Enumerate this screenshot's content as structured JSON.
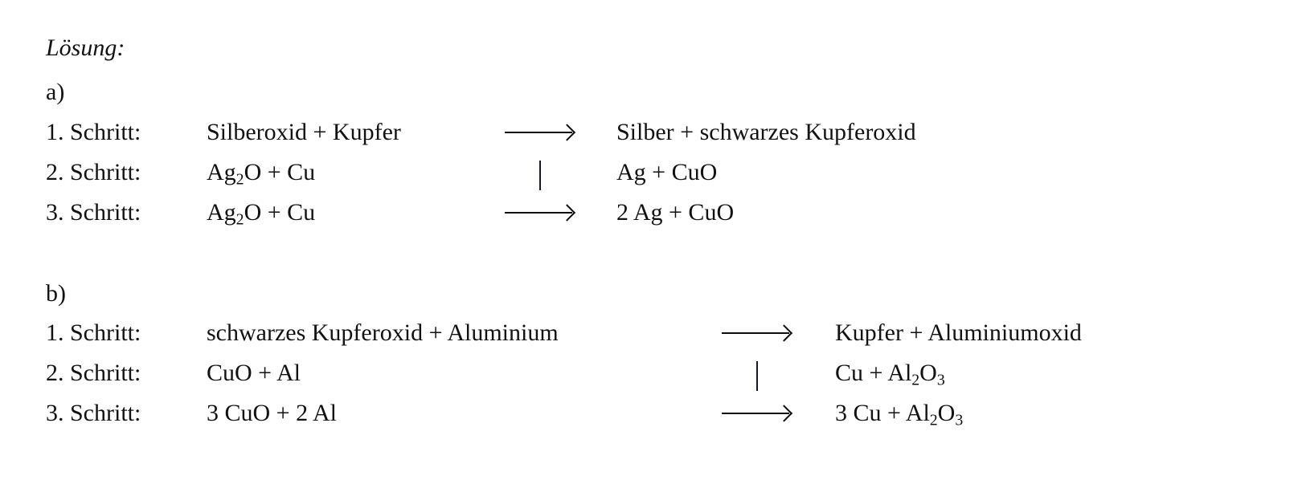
{
  "document": {
    "solution_title": "Lösung:",
    "sections": [
      {
        "label": "a)",
        "rows": [
          {
            "step": "1. Schritt:",
            "lhs": "Silberoxid + Kupfer",
            "connector": "arrow",
            "rhs": "Silber + schwarzes Kupferoxid"
          },
          {
            "step": "2. Schritt:",
            "lhs_prefix": "Ag",
            "lhs_sub1": "2",
            "lhs_suffix": "O + Cu",
            "connector": "bar",
            "rhs": "Ag + CuO"
          },
          {
            "step": "3. Schritt:",
            "lhs_prefix": "Ag",
            "lhs_sub1": "2",
            "lhs_suffix": "O + Cu",
            "connector": "arrow",
            "rhs": "2 Ag + CuO"
          }
        ]
      },
      {
        "label": "b)",
        "rows": [
          {
            "step": "1. Schritt:",
            "lhs": "schwarzes Kupferoxid + Aluminium",
            "connector": "arrow",
            "rhs": "Kupfer + Aluminiumoxid"
          },
          {
            "step": "2. Schritt:",
            "lhs": "CuO + Al",
            "connector": "bar",
            "rhs_prefix": "Cu + Al",
            "rhs_sub1": "2",
            "rhs_mid": "O",
            "rhs_sub2": "3"
          },
          {
            "step": "3. Schritt:",
            "lhs": "3 CuO + 2 Al",
            "connector": "arrow",
            "rhs_prefix": "3 Cu + Al",
            "rhs_sub1": "2",
            "rhs_mid": "O",
            "rhs_sub2": "3"
          }
        ]
      }
    ],
    "colors": {
      "text": "#121212",
      "background": "#ffffff",
      "rule": "#0d0d0d"
    }
  }
}
